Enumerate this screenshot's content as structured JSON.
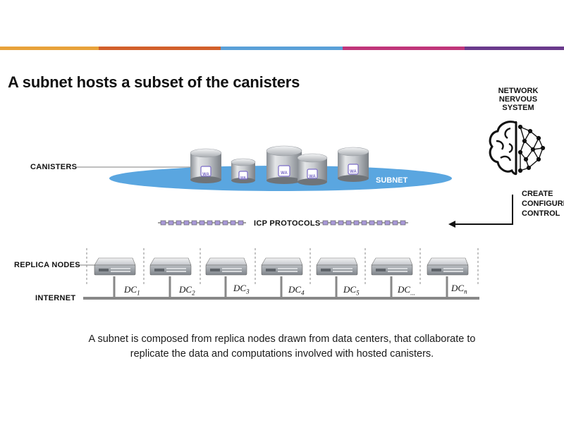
{
  "title": "A subnet hosts a subset of the canisters",
  "top_bar_colors": [
    "#e8a23a",
    "#d2602b",
    "#5aa0d8",
    "#c0367a",
    "#6a3a8c"
  ],
  "labels": {
    "canisters": "CANISTERS",
    "subnet": "SUBNET",
    "icp_protocols": "ICP PROTOCOLS",
    "replica_nodes": "REPLICA NODES",
    "internet": "INTERNET"
  },
  "canister_badge": "WA",
  "network_nervous_system": [
    "NETWORK",
    "NERVOUS",
    "SYSTEM"
  ],
  "nns_actions": [
    "CREATE",
    "CONFIGURE",
    "CONTROL"
  ],
  "data_centers": [
    {
      "base": "DC",
      "sub": "1"
    },
    {
      "base": "DC",
      "sub": "2"
    },
    {
      "base": "DC",
      "sub": "3"
    },
    {
      "base": "DC",
      "sub": "4"
    },
    {
      "base": "DC",
      "sub": "5"
    },
    {
      "base": "DC",
      "sub": "..."
    },
    {
      "base": "DC",
      "sub": "n"
    }
  ],
  "caption_lines": [
    "A subnet is composed from replica nodes drawn from data centers, that collaborate to",
    "replicate the data and computations involved with hosted canisters."
  ],
  "colors": {
    "subnet_ellipse": "#5aa6e0",
    "protocol_box": "#a99ad8",
    "badge": "#7b6cc8"
  }
}
